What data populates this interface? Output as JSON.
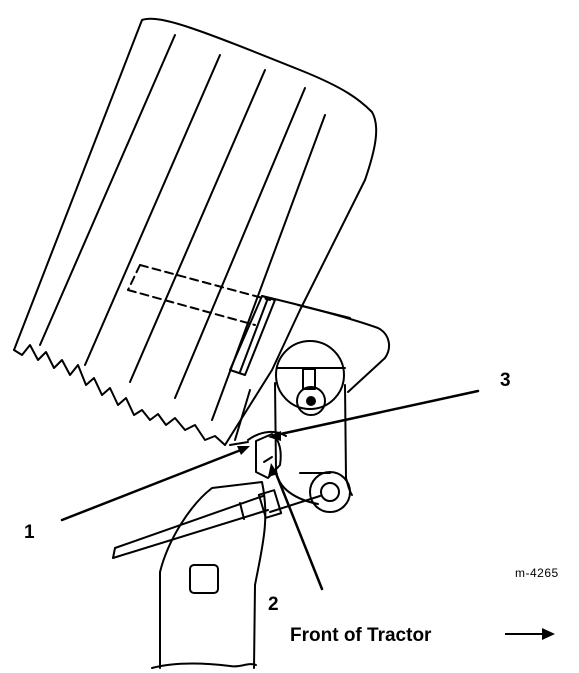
{
  "callouts": {
    "one": "1",
    "two": "2",
    "three": "3"
  },
  "figure_ref": "m-4265",
  "direction_label": "Front of Tractor",
  "icons": {
    "direction_arrow": "right-arrow-icon"
  },
  "colors": {
    "line": "#000000",
    "background": "#ffffff"
  }
}
